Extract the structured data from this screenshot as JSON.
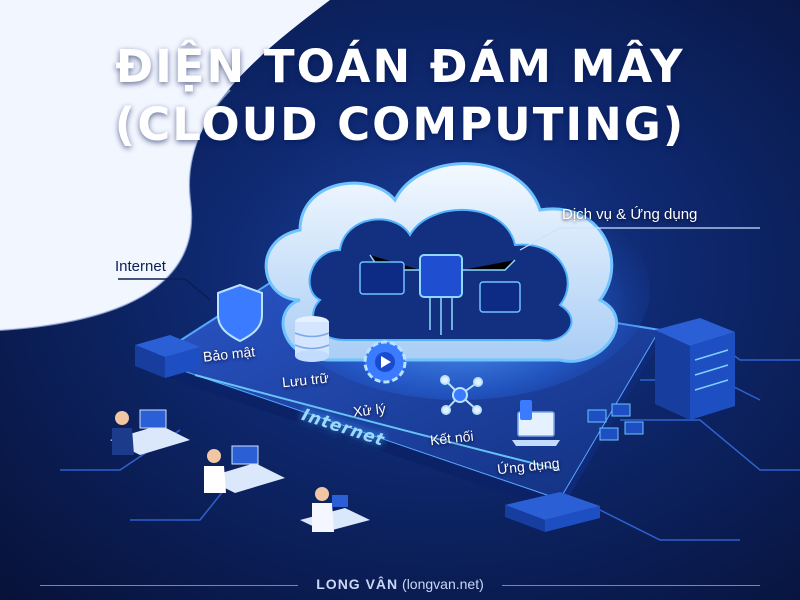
{
  "title": {
    "line1": "ĐIỆN TOÁN ĐÁM MÂY",
    "line2": "(CLOUD COMPUTING)"
  },
  "labels": {
    "internet_top": "Internet",
    "services_apps": "Dịch vụ & Ứng dụng",
    "internet_floor": "Internet"
  },
  "services": [
    {
      "label": "Bảo mật",
      "icon": "shield-icon"
    },
    {
      "label": "Lưu trữ",
      "icon": "database-icon"
    },
    {
      "label": "Xử lý",
      "icon": "gear-icon"
    },
    {
      "label": "Kết nối",
      "icon": "network-icon"
    },
    {
      "label": "Ứng dụng",
      "icon": "laptop-icon"
    }
  ],
  "footer": {
    "brand": "LONG VÂN",
    "site": "(longvan.net)"
  },
  "colors": {
    "background": "#0f2a72",
    "glow": "#3fa9ff",
    "cloud": "#e8f3ff"
  }
}
